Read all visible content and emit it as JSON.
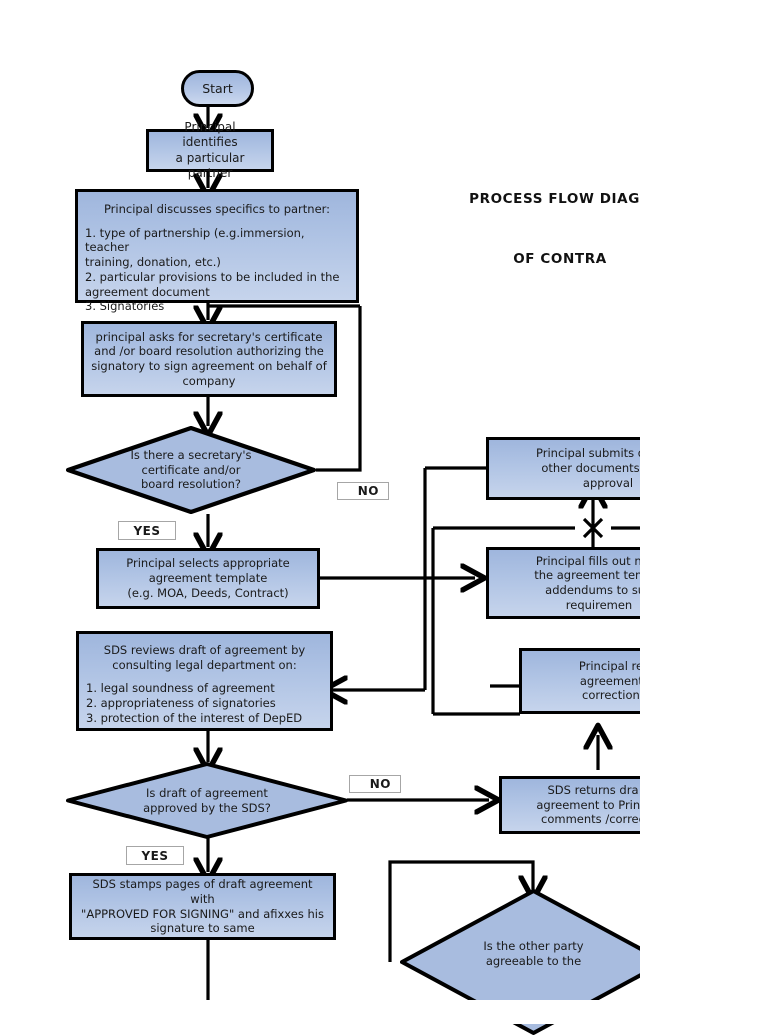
{
  "document": {
    "title_line1": "PROCESS FLOW DIAGRAM",
    "title_line2": "OF CONTRACT",
    "title_visible_line1": "PROCESS FLOW DIAGR",
    "title_visible_line2": "OF CONTRA"
  },
  "nodes": {
    "start": {
      "label": "Start",
      "shape": "terminator"
    },
    "identify_partner": {
      "label": "Principal  identifies\na particular partner",
      "shape": "process"
    },
    "discuss_specifics": {
      "heading": "Principal  discusses specifics to partner:",
      "items": [
        "1. type of partnership (e.g.immersion, teacher",
        "training, donation, etc.)",
        "2. particular  provisions to be included in the",
        "agreement document",
        "3. Signatories"
      ],
      "shape": "process"
    },
    "ask_certificate": {
      "label": "principal asks  for  secretary's certificate\nand /or board resolution authorizing the\nsignatory to sign agreement on behalf of\ncompany",
      "shape": "process"
    },
    "decision_certificate": {
      "label": "Is there a  secretary's\ncertificate and/or\nboard resolution?",
      "shape": "decision"
    },
    "select_template": {
      "label": "Principal selects appropriate\nagreement template\n(e.g. MOA, Deeds, Contract)",
      "shape": "process"
    },
    "submit_draft": {
      "label": "Principal submits  draft of\nother documents   to SD\napproval",
      "shape": "process"
    },
    "fill_template": {
      "label": "Principal fills out nece\nthe agreement  templa\naddendums to suit\nrequiremen",
      "shape": "process"
    },
    "sds_reviews": {
      "heading": "SDS reviews  draft of agreement by\nconsulting legal department on:",
      "items": [
        "1. legal soundness of agreement",
        "2. appropriateness of signatories",
        "3. protection of the interest of DepED"
      ],
      "shape": "process"
    },
    "principal_revises": {
      "label": "Principal revis\nagreement to\ncorrections/c",
      "shape": "process"
    },
    "decision_approved": {
      "label": "Is draft of agreement\napproved by the SDS?",
      "shape": "decision"
    },
    "sds_returns": {
      "label": "SDS returns dra\nagreement  to Princi\ncomments /correc",
      "shape": "process"
    },
    "sds_stamps": {
      "label": "SDS stamps pages   of  draft agreement with\n\"APPROVED FOR SIGNING\" and afixxes his\nsignature  to same",
      "shape": "process"
    },
    "decision_other_party": {
      "label": "Is the other party\nagreeable to the",
      "shape": "decision"
    }
  },
  "edge_labels": {
    "no_certificate": "NO",
    "yes_certificate": "YES",
    "no_approved": "NO",
    "yes_approved": "YES"
  },
  "colors": {
    "box_fill_top": "#9fb6dd",
    "box_fill_bottom": "#c6d4ec",
    "border": "#000000",
    "label_border": "#a6a6a6",
    "page_background": "#ffffff"
  }
}
